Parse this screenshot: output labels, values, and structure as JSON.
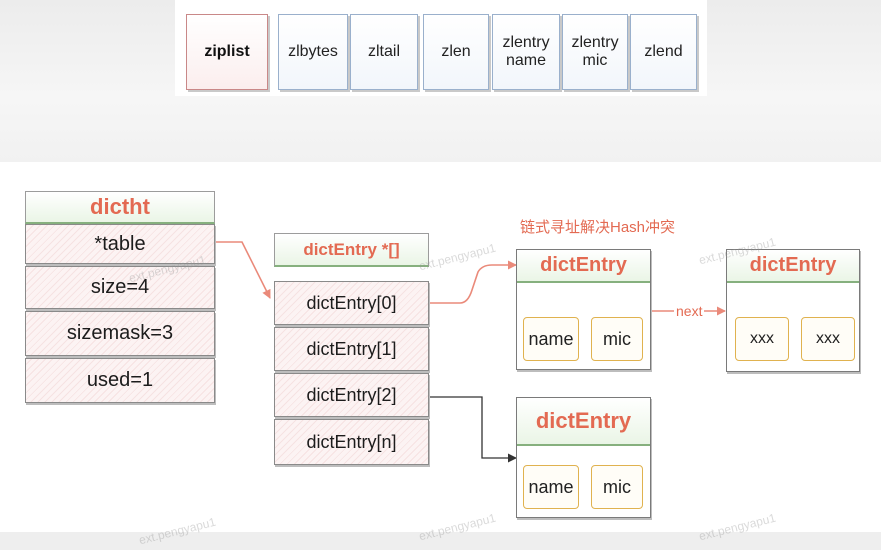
{
  "ziplist": {
    "cells": [
      "ziplist",
      "zlbytes",
      "zltail",
      "zlen",
      "zlentry\nname",
      "zlentry\nmic",
      "zlend"
    ]
  },
  "dictht": {
    "title": "dictht",
    "fields": [
      "*table",
      "size=4",
      "sizemask=3",
      "used=1"
    ]
  },
  "table": {
    "title": "dictEntry *[]",
    "slots": [
      "dictEntry[0]",
      "dictEntry[1]",
      "dictEntry[2]",
      "dictEntry[n]"
    ]
  },
  "annotation": "链式寻址解决Hash冲突",
  "entry_a": {
    "title": "dictEntry",
    "key": "name",
    "value": "mic"
  },
  "next_label": "next",
  "entry_b": {
    "title": "dictEntry",
    "key": "xxx",
    "value": "xxx"
  },
  "entry_c": {
    "title": "dictEntry",
    "key": "name",
    "value": "mic"
  },
  "watermark": "ext.pengyapu1",
  "colors": {
    "accent": "#e36a52",
    "connector": "#ea8a7a",
    "field_border": "#e0b24f",
    "header_border": "#86b07e"
  }
}
